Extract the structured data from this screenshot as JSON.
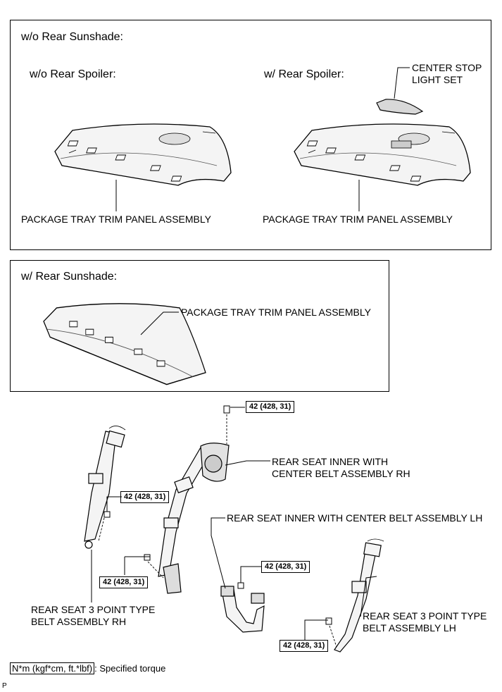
{
  "sections": {
    "top": {
      "title": "w/o Rear Sunshade:",
      "left_sub": "w/o Rear Spoiler:",
      "right_sub": "w/ Rear Spoiler:",
      "left_panel_label": "PACKAGE TRAY TRIM PANEL ASSEMBLY",
      "right_panel_label": "PACKAGE TRAY TRIM PANEL ASSEMBLY",
      "stop_light_line1": "CENTER STOP",
      "stop_light_line2": "LIGHT SET"
    },
    "middle": {
      "title": "w/ Rear Sunshade:",
      "panel_label": "PACKAGE TRAY TRIM PANEL ASSEMBLY"
    }
  },
  "belts": {
    "inner_rh_line1": "REAR SEAT INNER WITH",
    "inner_rh_line2": "CENTER BELT ASSEMBLY RH",
    "inner_lh": "REAR SEAT INNER WITH CENTER BELT ASSEMBLY LH",
    "outer_rh_line1": "REAR SEAT 3 POINT TYPE",
    "outer_rh_line2": "BELT ASSEMBLY RH",
    "outer_lh_line1": "REAR SEAT 3 POINT TYPE",
    "outer_lh_line2": "BELT ASSEMBLY LH"
  },
  "torque": {
    "t1": "42 (428, 31)",
    "t2": "42 (428, 31)",
    "t3": "42 (428, 31)",
    "t4": "42 (428, 31)",
    "t5": "42 (428, 31)"
  },
  "legend": {
    "key": "N*m (kgf*cm, ft.*lbf)",
    "text": ": Specified torque"
  },
  "corner_mark": "P"
}
